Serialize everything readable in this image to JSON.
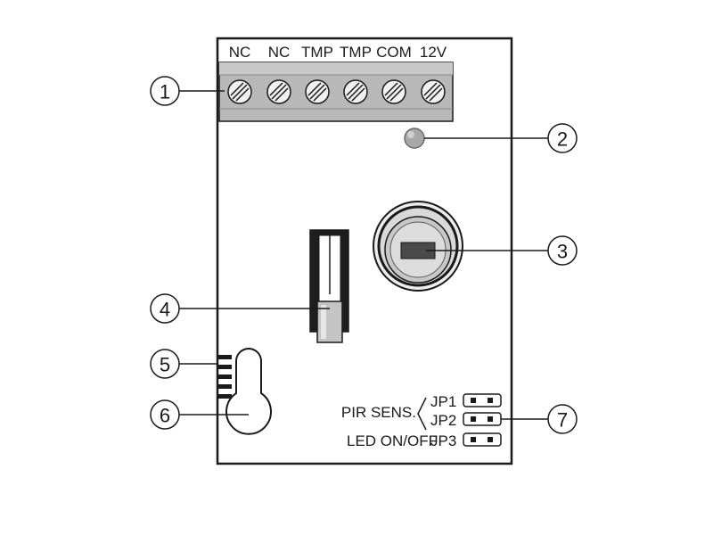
{
  "terminals": [
    "NC",
    "NC",
    "TMP",
    "TMP",
    "COM",
    "12V"
  ],
  "callouts": [
    "1",
    "2",
    "3",
    "4",
    "5",
    "6",
    "7"
  ],
  "jumpers": {
    "group_label": "PIR SENS.",
    "jp1": "JP1",
    "jp2": "JP2",
    "led_label": "LED ON/OFF",
    "jp3": "JP3"
  },
  "colors": {
    "line": "#1a1a1a",
    "terminal_block": "#b8b8b8",
    "led": "#a8a8a8",
    "lens_outer": "#d9d9d9",
    "lens_inner": "#c7c7c7",
    "sensor_window": "#4a4a4a"
  }
}
